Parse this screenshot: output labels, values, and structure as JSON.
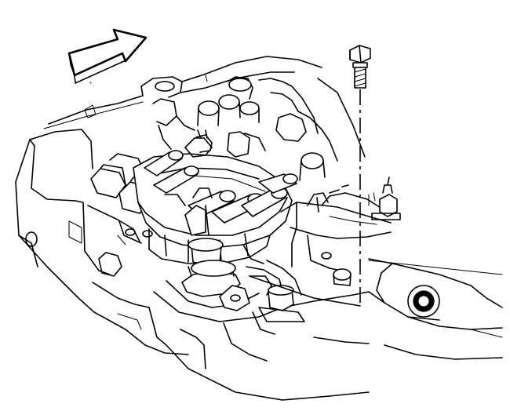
{
  "figure": {
    "type": "line-art",
    "colors": {
      "ink": "#000000",
      "paper": "#ffffff"
    },
    "parts": [
      "direction-arrow",
      "engine-block",
      "intake-manifold",
      "distributor-cap",
      "spark-plug-wire-boots",
      "ignition-coil",
      "mounting-bracket",
      "distributor-hold-down-bolt",
      "mounting-nut"
    ]
  }
}
